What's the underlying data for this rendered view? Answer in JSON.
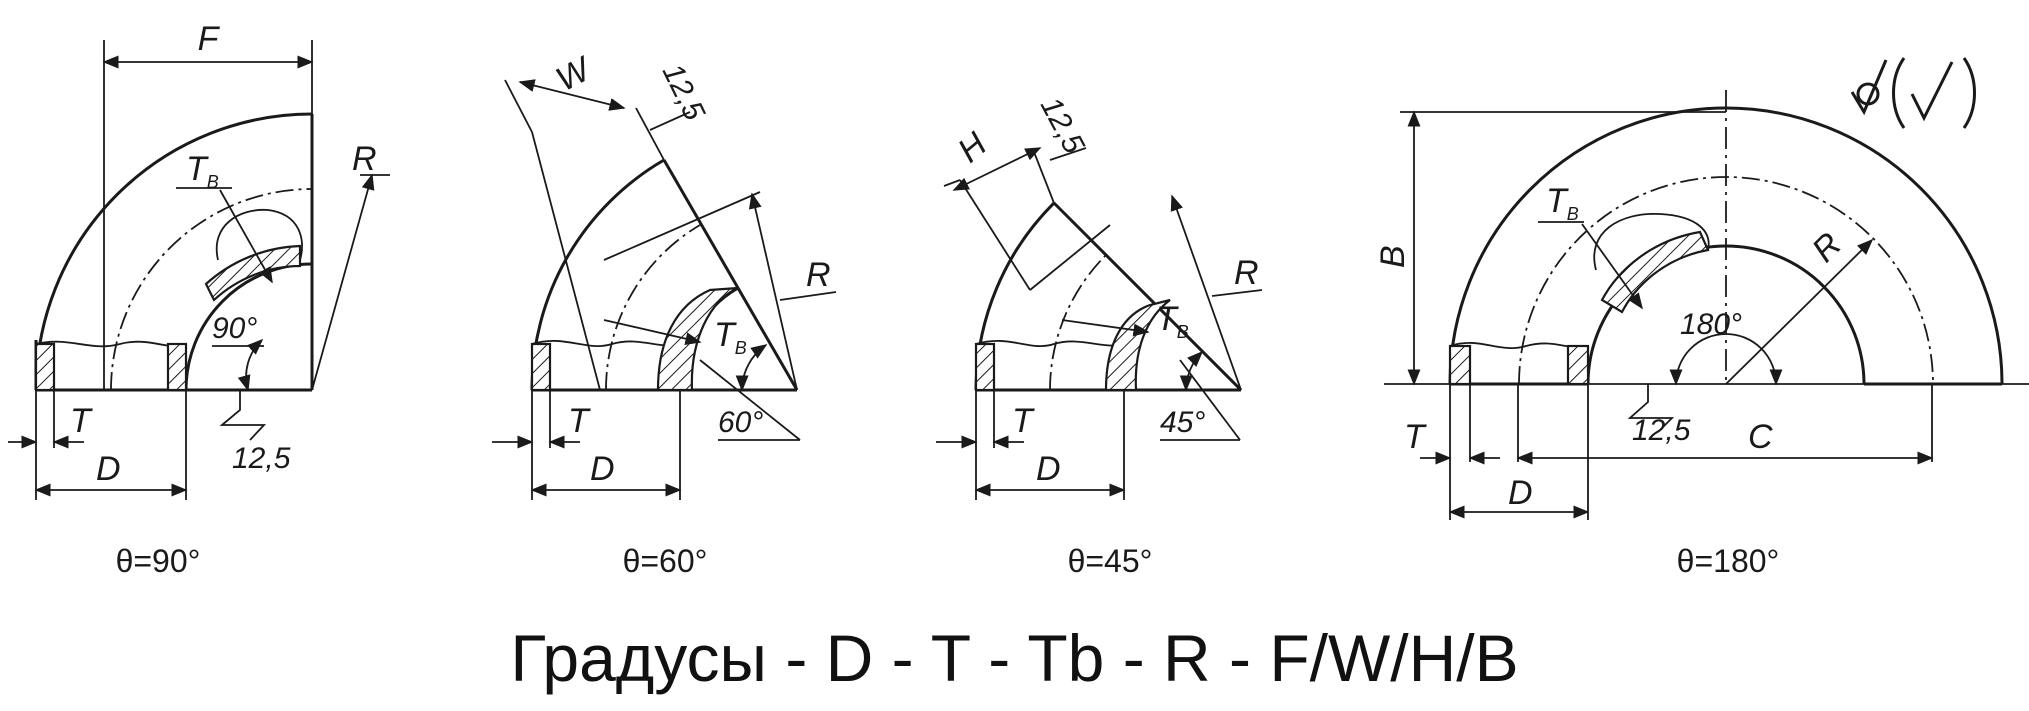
{
  "figures": [
    {
      "id": "bend-90",
      "caption": "θ=90°",
      "labels": {
        "dim_top": "F",
        "T": "T",
        "D": "D",
        "R": "R",
        "Tb_main": "T",
        "Tb_sub": "B",
        "angle": "90°",
        "roughness": "12,5"
      }
    },
    {
      "id": "bend-60",
      "caption": "θ=60°",
      "labels": {
        "dim_top": "W",
        "T": "T",
        "D": "D",
        "R": "R",
        "Tb_main": "T",
        "Tb_sub": "B",
        "angle": "60°",
        "roughness": "12,5"
      }
    },
    {
      "id": "bend-45",
      "caption": "θ=45°",
      "labels": {
        "dim_top": "H",
        "T": "T",
        "D": "D",
        "R": "R",
        "Tb_main": "T",
        "Tb_sub": "B",
        "angle": "45°",
        "roughness": "12,5"
      }
    },
    {
      "id": "bend-180",
      "caption": "θ=180°",
      "labels": {
        "dim_top": "B",
        "T": "T",
        "D": "D",
        "R": "R",
        "C": "C",
        "Tb_main": "T",
        "Tb_sub": "B",
        "angle": "180°",
        "roughness": "12,5"
      }
    }
  ],
  "footer": "Градусы - D - T - Tb - R - F/W/H/B"
}
